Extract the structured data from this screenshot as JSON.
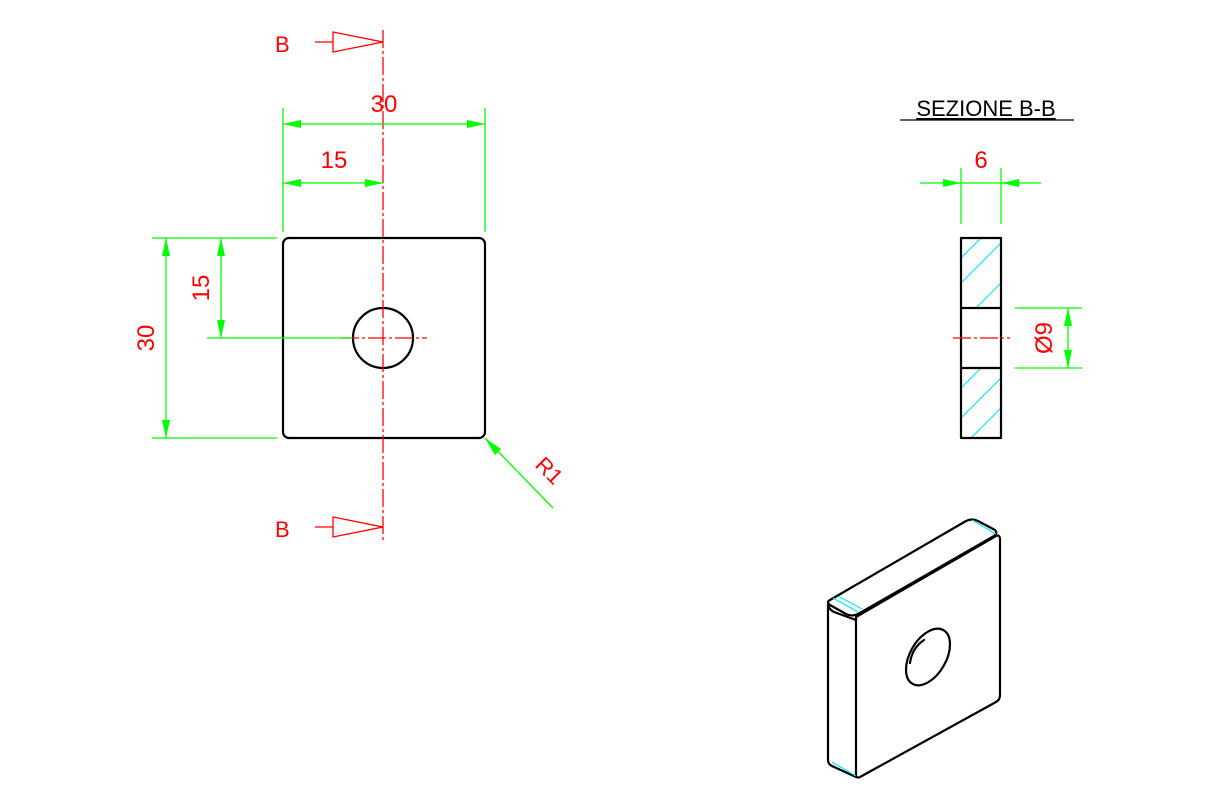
{
  "section_marker": {
    "left": "B",
    "right": "B"
  },
  "front_view": {
    "width_overall": "30",
    "width_half": "15",
    "height_overall": "30",
    "height_half": "15",
    "corner_radius": "R1"
  },
  "section_view": {
    "title": "SEZIONE B-B",
    "thickness": "6",
    "hole_diameter": "Ø9"
  },
  "colors": {
    "object": "#000000",
    "dimension": "#00ff00",
    "annotation": "#ff0000",
    "hatch": "#00e5ff",
    "background": "#ffffff"
  }
}
